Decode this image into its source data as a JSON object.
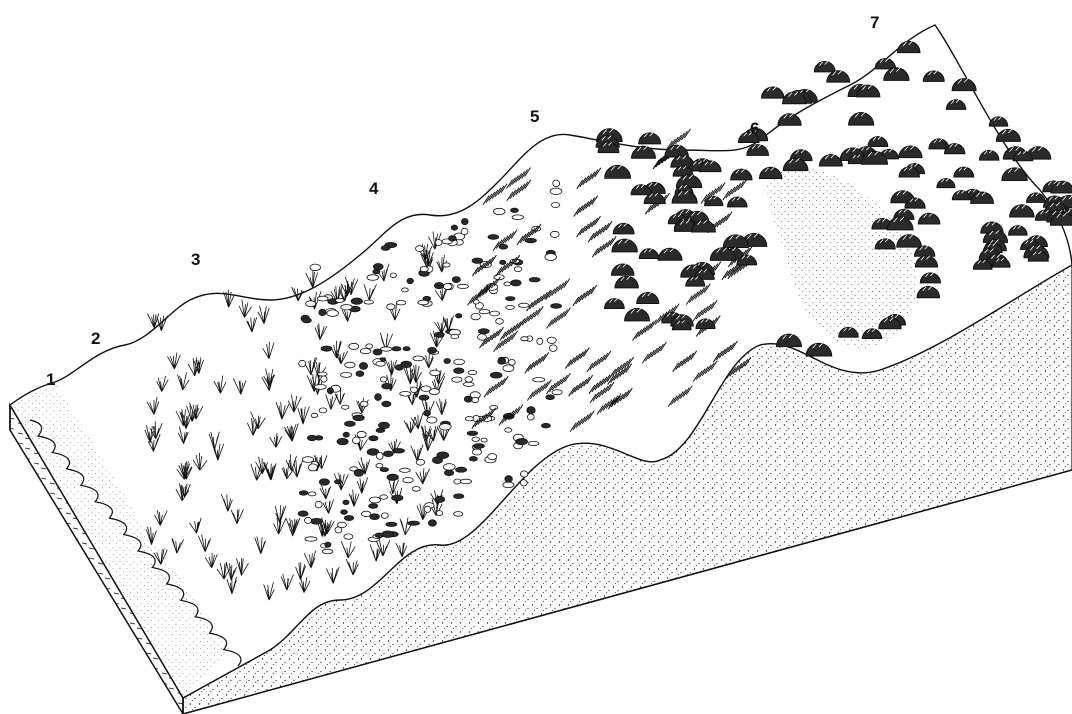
{
  "figure": {
    "zone_labels": [
      "1",
      "2",
      "3",
      "4",
      "5",
      "6",
      "7"
    ]
  },
  "colors": {
    "ink": "#111111",
    "paper": "#ffffff",
    "shade": "#2a2a2a"
  }
}
